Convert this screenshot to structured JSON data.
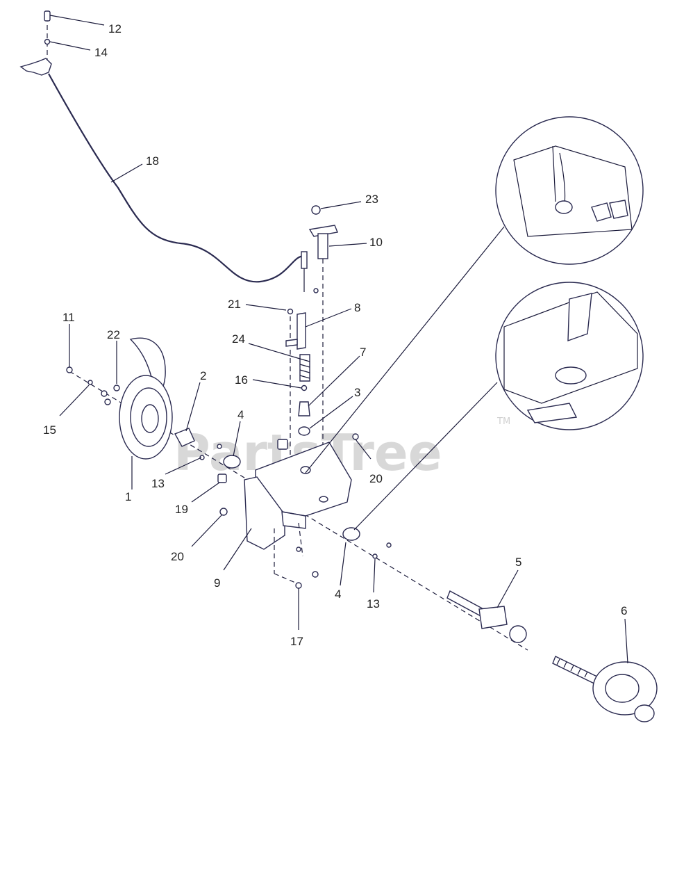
{
  "watermark": {
    "text": "PartsTree",
    "trademark": "TM"
  },
  "callouts": [
    {
      "id": "c12",
      "text": "12"
    },
    {
      "id": "c14",
      "text": "14"
    },
    {
      "id": "c18",
      "text": "18"
    },
    {
      "id": "c23",
      "text": "23"
    },
    {
      "id": "c10",
      "text": "10"
    },
    {
      "id": "c21",
      "text": "21"
    },
    {
      "id": "c8",
      "text": "8"
    },
    {
      "id": "c11",
      "text": "11"
    },
    {
      "id": "c22",
      "text": "22"
    },
    {
      "id": "c24",
      "text": "24"
    },
    {
      "id": "c7",
      "text": "7"
    },
    {
      "id": "c16",
      "text": "16"
    },
    {
      "id": "c2",
      "text": "2"
    },
    {
      "id": "c3",
      "text": "3"
    },
    {
      "id": "c15",
      "text": "15"
    },
    {
      "id": "c4a",
      "text": "4"
    },
    {
      "id": "c20a",
      "text": "20"
    },
    {
      "id": "c1",
      "text": "1"
    },
    {
      "id": "c13a",
      "text": "13"
    },
    {
      "id": "c19",
      "text": "19"
    },
    {
      "id": "c20b",
      "text": "20"
    },
    {
      "id": "c9",
      "text": "9"
    },
    {
      "id": "c4b",
      "text": "4"
    },
    {
      "id": "c13b",
      "text": "13"
    },
    {
      "id": "c5",
      "text": "5"
    },
    {
      "id": "c6",
      "text": "6"
    },
    {
      "id": "c17",
      "text": "17"
    }
  ]
}
